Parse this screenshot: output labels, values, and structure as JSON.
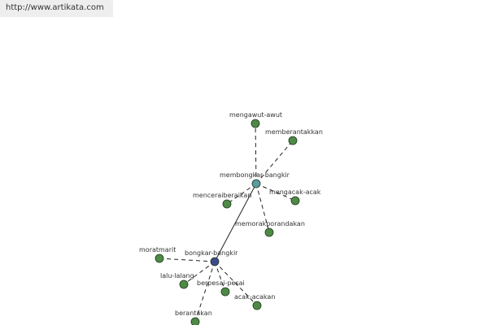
{
  "header": {
    "url": "http://www.artikata.com"
  },
  "colors": {
    "leaf_node": "#4e8a45",
    "hub_node_1": "#5a9aa0",
    "hub_node_2": "#3e4a8a",
    "edge": "#222222"
  },
  "graph": {
    "nodes": [
      {
        "id": "membongkar-bangkir",
        "label": "membongkar-bangkir",
        "kind": "hub",
        "color": "#5a9aa0"
      },
      {
        "id": "bongkar-bangkir",
        "label": "bongkar-bangkir",
        "kind": "hub",
        "color": "#3e4a8a"
      },
      {
        "id": "mengawut-awut",
        "label": "mengawut-awut",
        "kind": "leaf",
        "color": "#4e8a45"
      },
      {
        "id": "memberantakkan",
        "label": "memberantakkan",
        "kind": "leaf",
        "color": "#4e8a45"
      },
      {
        "id": "menceraiberaikan",
        "label": "menceraiberaikan",
        "kind": "leaf",
        "color": "#4e8a45"
      },
      {
        "id": "mengacak-acak",
        "label": "mengacak-acak",
        "kind": "leaf",
        "color": "#4e8a45"
      },
      {
        "id": "memorakporandakan",
        "label": "memorakporandakan",
        "kind": "leaf",
        "color": "#4e8a45"
      },
      {
        "id": "moratmarit",
        "label": "moratmarit",
        "kind": "leaf",
        "color": "#4e8a45"
      },
      {
        "id": "lalu-lalang",
        "label": "lalu-lalang",
        "kind": "leaf",
        "color": "#4e8a45"
      },
      {
        "id": "berpesai-pesai",
        "label": "berpesai-pesai",
        "kind": "leaf",
        "color": "#4e8a45"
      },
      {
        "id": "acak-acakan",
        "label": "acak-acakan",
        "kind": "leaf",
        "color": "#4e8a45"
      },
      {
        "id": "berantakan",
        "label": "berantakan",
        "kind": "leaf",
        "color": "#4e8a45"
      }
    ],
    "edges": [
      {
        "from": "membongkar-bangkir",
        "to": "bongkar-bangkir",
        "style": "solid"
      },
      {
        "from": "membongkar-bangkir",
        "to": "mengawut-awut",
        "style": "dashed"
      },
      {
        "from": "membongkar-bangkir",
        "to": "memberantakkan",
        "style": "dashed"
      },
      {
        "from": "membongkar-bangkir",
        "to": "menceraiberaikan",
        "style": "dashed"
      },
      {
        "from": "membongkar-bangkir",
        "to": "mengacak-acak",
        "style": "dashed"
      },
      {
        "from": "membongkar-bangkir",
        "to": "memorakporandakan",
        "style": "dashed"
      },
      {
        "from": "bongkar-bangkir",
        "to": "moratmarit",
        "style": "dashed"
      },
      {
        "from": "bongkar-bangkir",
        "to": "lalu-lalang",
        "style": "dashed"
      },
      {
        "from": "bongkar-bangkir",
        "to": "berpesai-pesai",
        "style": "dashed"
      },
      {
        "from": "bongkar-bangkir",
        "to": "acak-acakan",
        "style": "dashed"
      },
      {
        "from": "bongkar-bangkir",
        "to": "berantakan",
        "style": "dashed"
      }
    ]
  }
}
